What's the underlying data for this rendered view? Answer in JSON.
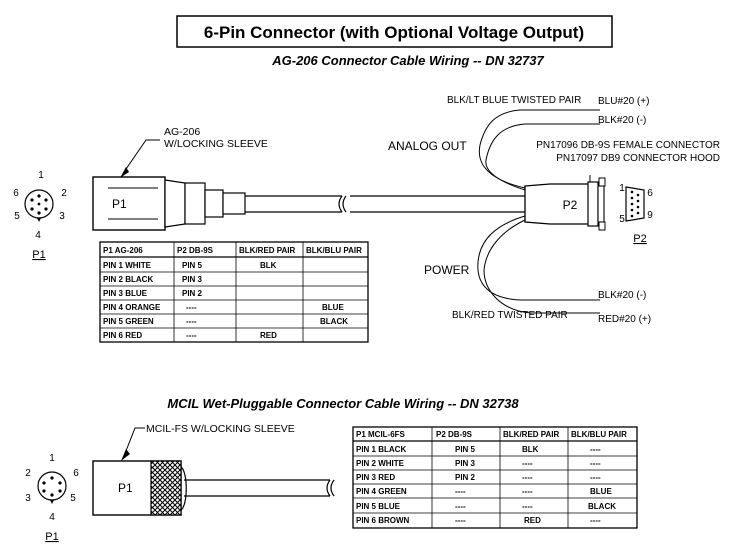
{
  "title": "6-Pin Connector (with Optional Voltage Output)",
  "section1": {
    "heading": "AG-206 Connector Cable Wiring -- DN 32737",
    "sleeve_label_1": "AG-206",
    "sleeve_label_2": "W/LOCKING SLEEVE",
    "p1_text": "P1",
    "p2_text": "P2",
    "p1_caption": "P1",
    "p2_caption": "P2",
    "pin_numbers": [
      "1",
      "2",
      "3",
      "4",
      "5",
      "6"
    ],
    "db9_pins": {
      "top_left": "1",
      "top_right": "6",
      "bottom_left": "5",
      "bottom_right": "9"
    },
    "analog_out": "ANALOG OUT",
    "power": "POWER",
    "blu_pair_label": "BLK/LT BLUE TWISTED PAIR",
    "blu_plus": "BLU#20 (+)",
    "blk_minus_top": "BLK#20 (-)",
    "connector_note_1": "PN17096 DB-9S FEMALE CONNECTOR",
    "connector_note_2": "PN17097 DB9 CONNECTOR HOOD",
    "red_pair_label": "BLK/RED TWISTED PAIR",
    "blk_minus_bottom": "BLK#20 (-)",
    "red_plus": "RED#20 (+)",
    "table": {
      "headers": [
        "P1  AG-206",
        "P2  DB-9S",
        "BLK/RED PAIR",
        "BLK/BLU PAIR"
      ],
      "rows": [
        [
          "PIN 1  WHITE",
          "PIN 5",
          "BLK",
          ""
        ],
        [
          "PIN 2  BLACK",
          "PIN 3",
          "",
          ""
        ],
        [
          "PIN 3  BLUE",
          "PIN 2",
          "",
          ""
        ],
        [
          "PIN 4  ORANGE",
          "----",
          "",
          "BLUE"
        ],
        [
          "PIN 5  GREEN",
          "----",
          "",
          "BLACK"
        ],
        [
          "PIN 6  RED",
          "----",
          "RED",
          ""
        ]
      ]
    }
  },
  "section2": {
    "heading": "MCIL Wet-Pluggable Connector Cable Wiring -- DN 32738",
    "sleeve_label": "MCIL-FS W/LOCKING SLEEVE",
    "p1_text": "P1",
    "p1_caption": "P1",
    "pin_numbers": [
      "1",
      "2",
      "3",
      "4",
      "5",
      "6"
    ],
    "table": {
      "headers": [
        "P1  MCIL-6FS",
        "P2  DB-9S",
        "BLK/RED PAIR",
        "BLK/BLU PAIR"
      ],
      "rows": [
        [
          "PIN 1  BLACK",
          "PIN 5",
          "BLK",
          "----"
        ],
        [
          "PIN 2  WHITE",
          "PIN 3",
          "----",
          "----"
        ],
        [
          "PIN 3  RED",
          "PIN 2",
          "----",
          "----"
        ],
        [
          "PIN 4  GREEN",
          "----",
          "----",
          "BLUE"
        ],
        [
          "PIN 5  BLUE",
          "----",
          "----",
          "BLACK"
        ],
        [
          "PIN 6  BROWN",
          "----",
          "RED",
          "----"
        ]
      ]
    }
  }
}
